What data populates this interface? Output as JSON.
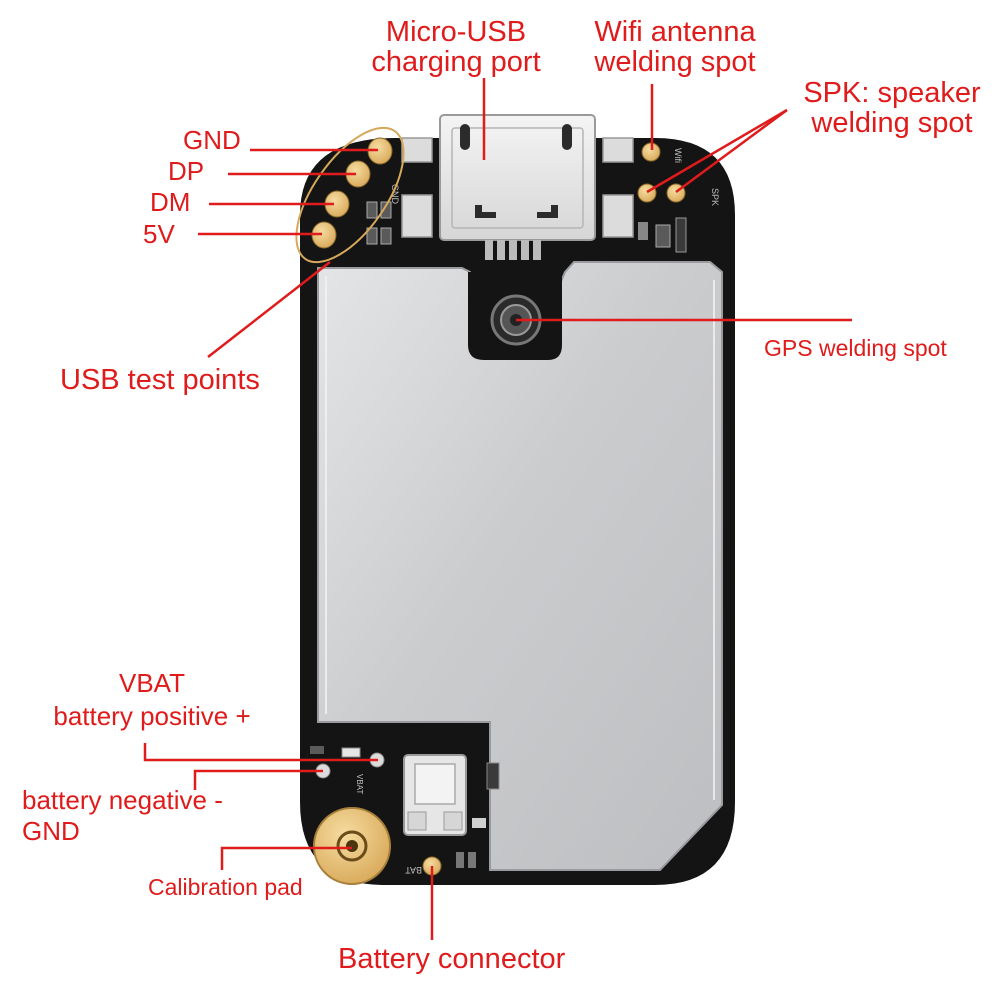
{
  "colors": {
    "annotation": "#e01b1b",
    "pcb": "#141414",
    "shield": "#cfd0d2",
    "pad": "#e7c27d"
  },
  "labels": {
    "micro_usb_line1": "Micro-USB",
    "micro_usb_line2": "charging port",
    "wifi_line1": "Wifi antenna",
    "wifi_line2": "welding spot",
    "spk_line1": "SPK: speaker",
    "spk_line2": "welding spot",
    "gnd": "GND",
    "dp": "DP",
    "dm": "DM",
    "v5": "5V",
    "usb_test_points": "USB test points",
    "gps_welding_spot": "GPS welding spot",
    "vbat_line1": "VBAT",
    "vbat_line2": "battery positive +",
    "battery_negative_line1": "battery negative -",
    "battery_negative_line2": "GND",
    "calibration_pad": "Calibration pad",
    "battery_connector": "Battery connector"
  },
  "silkscreen": {
    "wifi": "Wifi",
    "spk": "SPK",
    "gnd": "GND",
    "vbat": "VBAT",
    "bat": "BAT"
  }
}
